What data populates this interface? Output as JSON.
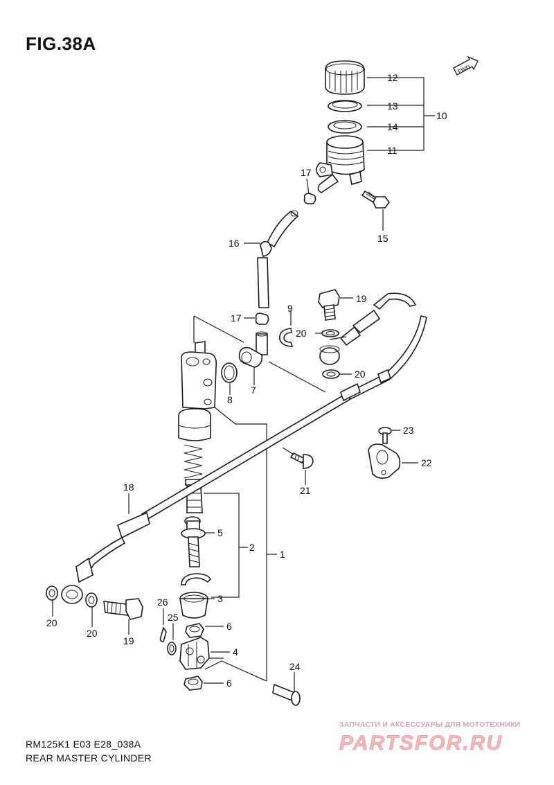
{
  "figure": {
    "title": "FIG.38A",
    "code": "RM125K1 E03 E28_038A",
    "name": "REAR MASTER CYLINDER",
    "fwd_badge": "FWD"
  },
  "callouts": {
    "p1": "1",
    "p2": "2",
    "p3": "3",
    "p4": "4",
    "p5": "5",
    "p6a": "6",
    "p6b": "6",
    "p7": "7",
    "p8": "8",
    "p9": "9",
    "p10": "10",
    "p11": "11",
    "p12": "12",
    "p13": "13",
    "p14": "14",
    "p15": "15",
    "p16": "16",
    "p17a": "17",
    "p17b": "17",
    "p18": "18",
    "p19a": "19",
    "p19b": "19",
    "p20a": "20",
    "p20b": "20",
    "p20c": "20",
    "p20d": "20",
    "p21": "21",
    "p22": "22",
    "p23": "23",
    "p24": "24",
    "p25": "25",
    "p26": "26"
  },
  "watermark": {
    "tagline": "ЗАПЧАСТИ И АКСЕССУАРЫ ДЛЯ МОТОТЕХНИКИ",
    "logo_text": "PARTSFOR.RU",
    "color": "#e8a0a0"
  }
}
